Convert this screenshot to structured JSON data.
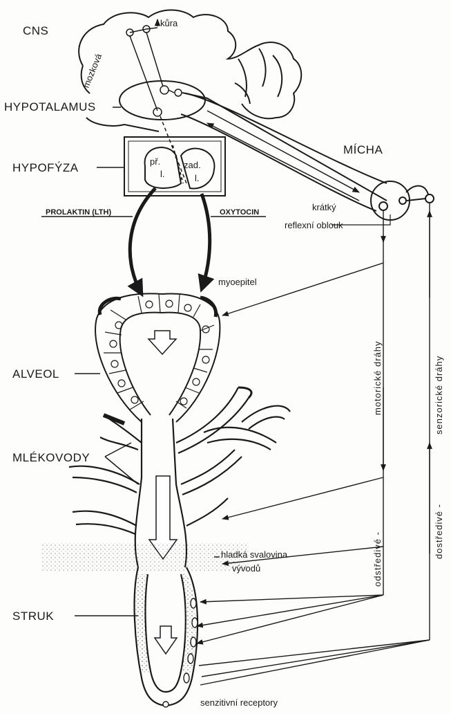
{
  "labels": {
    "cns": "CNS",
    "mozkova": "mozková",
    "kura": "kůra",
    "hypotalamus": "HYPOTALAMUS",
    "hypofyza": "HYPOFÝZA",
    "pr": "př.",
    "pr_l": "l.",
    "zad": "zad.",
    "zad_l": "l.",
    "micha": "MÍCHA",
    "prolaktin": "PROLAKTIN (LTH)",
    "oxytocin": "OXYTOCIN",
    "kratky": "krátký",
    "reflexni_oblouk": "reflexní oblouk",
    "myoepitel": "myoepitel",
    "alveol": "ALVEOL",
    "mlekovody": "MLÉKOVODY",
    "motoricke_drahy": "motorické dráhy",
    "senzoricke_drahy": "senzorické dráhy",
    "odstredive": "odstředivé -",
    "dostredive": "dostředivé -",
    "hladka_svalovina": "hladká svalovina",
    "vyvodu": "vývodů",
    "struk": "STRUK",
    "senzitivni_receptory": "senzitivní receptory"
  },
  "colors": {
    "ink": "#1a1a1a",
    "paper": "#fdfdfb",
    "stipple": "#555555"
  }
}
